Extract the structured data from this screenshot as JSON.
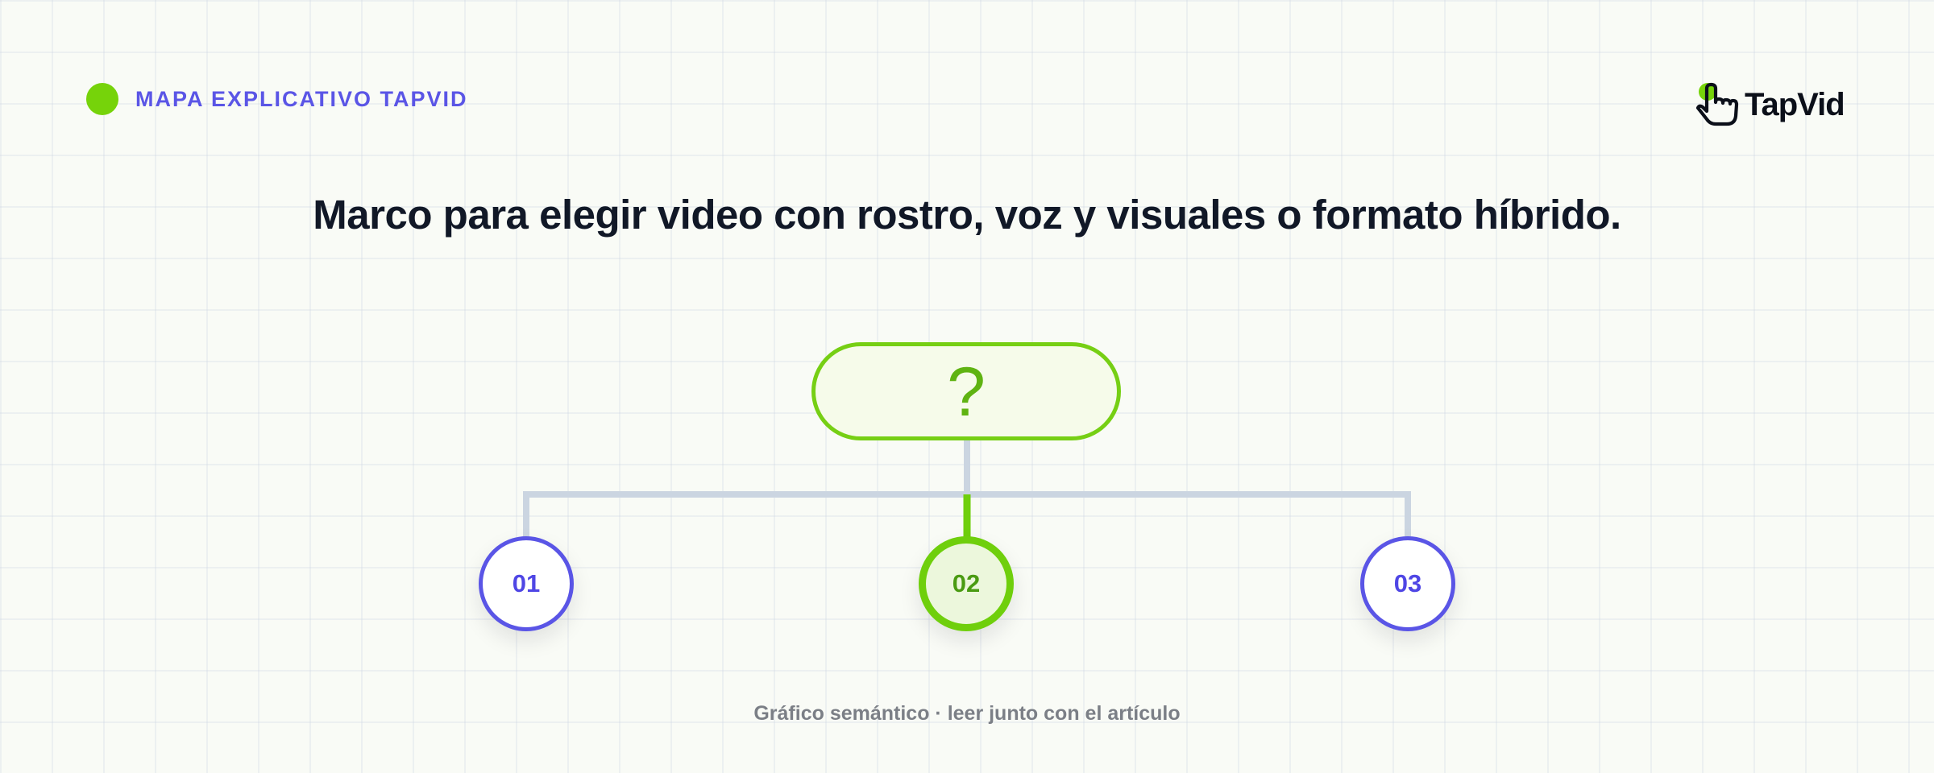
{
  "header": {
    "kicker": "MAPA EXPLICATIVO TAPVID",
    "brand": "TapVid"
  },
  "title": "Marco para elegir video con rostro, voz y visuales o formato híbrido.",
  "diagram": {
    "root_label": "?",
    "options": [
      {
        "label": "01",
        "highlighted": false
      },
      {
        "label": "02",
        "highlighted": true
      },
      {
        "label": "03",
        "highlighted": false
      }
    ]
  },
  "footer": {
    "note": "Gráfico semántico · leer junto con el artículo"
  },
  "colors": {
    "accent_green": "#76d30a",
    "accent_indigo": "#5a55e6",
    "connector_gray": "#cbd5e1",
    "title_ink": "#111827"
  },
  "icons": {
    "brand_mark": "pointing-hand-cursor-icon",
    "kicker_marker": "green-dot-icon"
  }
}
